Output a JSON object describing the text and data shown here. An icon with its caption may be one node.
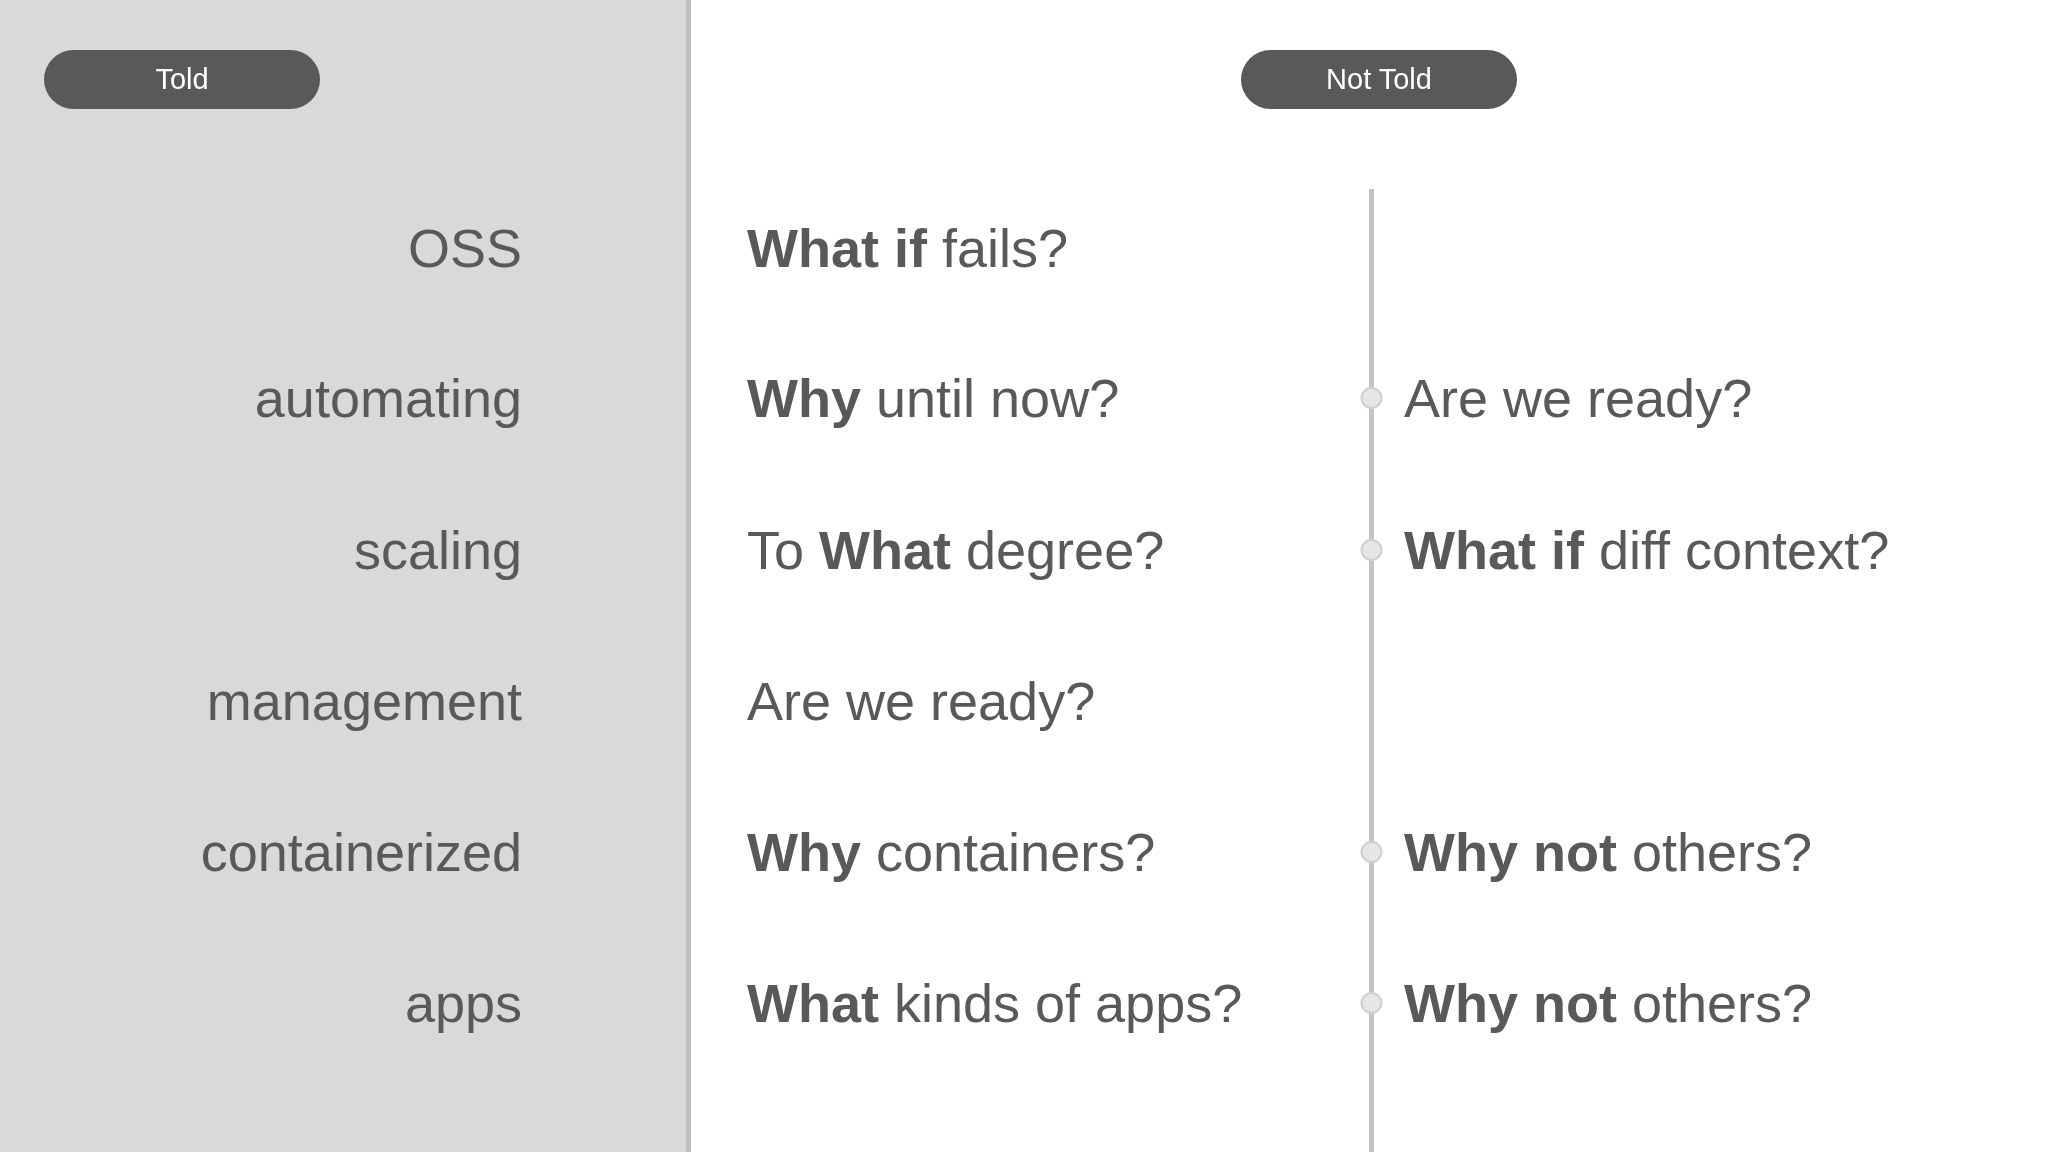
{
  "diagram": {
    "nodes": [
      {
        "text": [
          "Told"
        ]
      },
      {
        "text": [
          "Not Told"
        ]
      }
    ],
    "labels": [
      "OSS",
      "**What if** fails?",
      "automating",
      "**Why** until now?",
      "Are we ready?",
      "scaling",
      "To **What** degree?",
      "**What if** diff context?",
      "management",
      "Are we ready?",
      "containerized",
      "**Why** containers?",
      "**Why not** others?",
      "apps",
      "**What** kinds of apps?",
      "**Why not** others?"
    ]
  }
}
